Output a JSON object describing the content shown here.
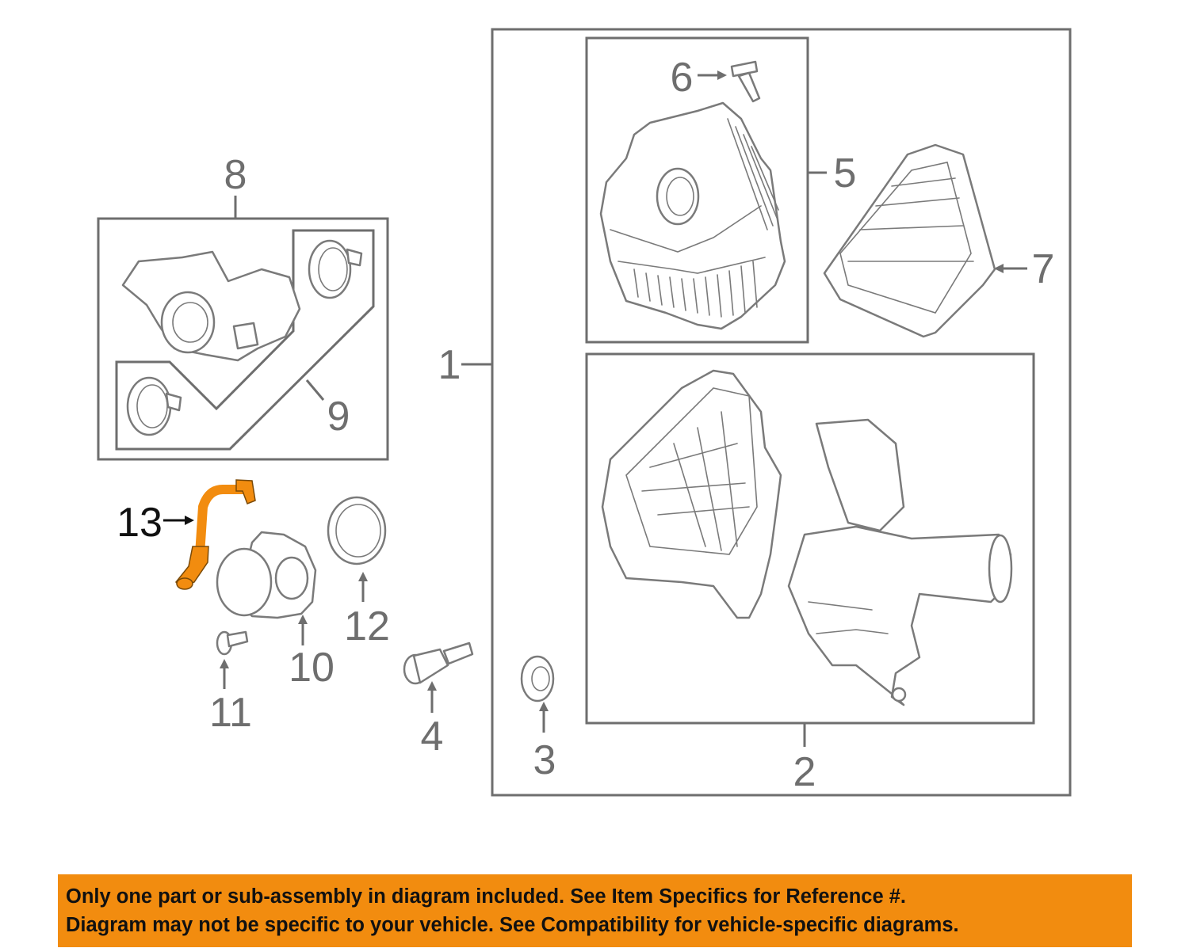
{
  "diagram": {
    "callouts": [
      {
        "number": "1",
        "highlighted": false
      },
      {
        "number": "2",
        "highlighted": false
      },
      {
        "number": "3",
        "highlighted": false
      },
      {
        "number": "4",
        "highlighted": false
      },
      {
        "number": "5",
        "highlighted": false
      },
      {
        "number": "6",
        "highlighted": false
      },
      {
        "number": "7",
        "highlighted": false
      },
      {
        "number": "8",
        "highlighted": false
      },
      {
        "number": "9",
        "highlighted": false
      },
      {
        "number": "10",
        "highlighted": false
      },
      {
        "number": "11",
        "highlighted": false
      },
      {
        "number": "12",
        "highlighted": false
      },
      {
        "number": "13",
        "highlighted": true
      }
    ],
    "highlight_color": "#f28c0f",
    "line_color": "#6e6e6e"
  },
  "disclaimer": {
    "line1": "Only one part or sub-assembly in diagram included. See Item Specifics for Reference #.",
    "line2": "Diagram may not be specific to your vehicle. See Compatibility for vehicle-specific diagrams.",
    "background": "#f28c0f"
  }
}
